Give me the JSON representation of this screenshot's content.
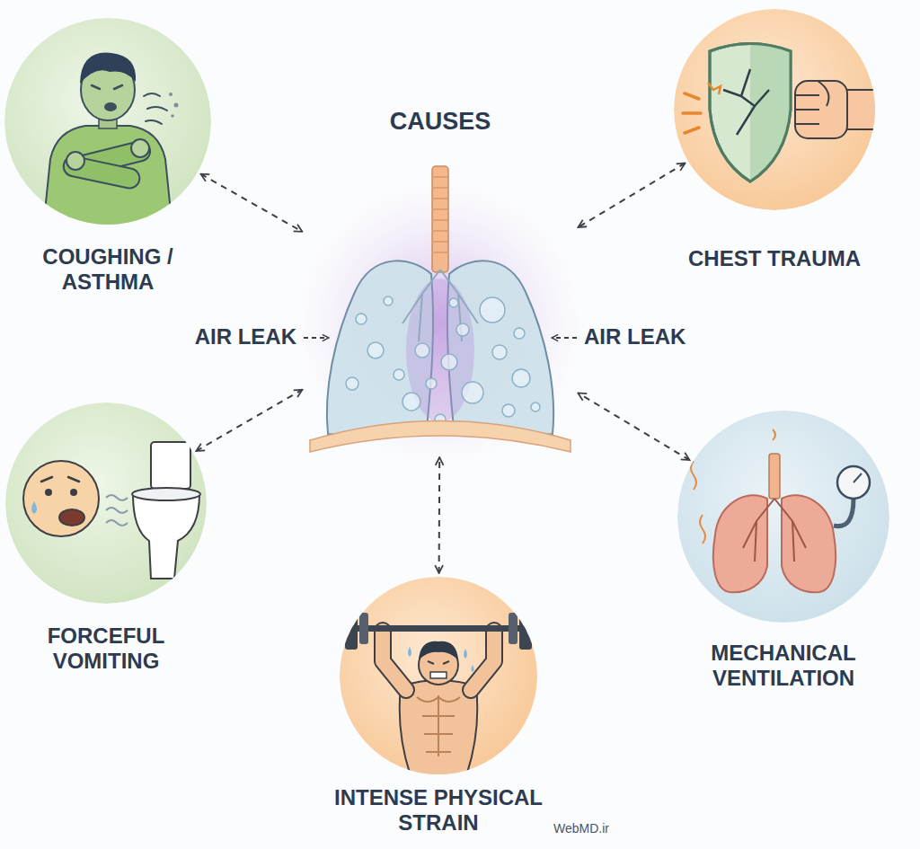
{
  "diagram": {
    "title": "CAUSES",
    "nodes": [
      {
        "text": [
          "COUGHING / ASTHMA"
        ]
      },
      {
        "text": [
          "CHEST TRAUMA"
        ]
      },
      {
        "text": [
          "AIR LEAK",
          "AIR LEAK"
        ]
      },
      {
        "text": [
          "FORCEFUL VOMITING"
        ]
      },
      {
        "text": [
          "MECHANICAL VENTILATION"
        ]
      },
      {
        "text": [
          "INTENSE PHYSICAL STRAIN"
        ]
      }
    ],
    "edges": [
      {
        "from": 0,
        "to": 2,
        "arrow": "both"
      },
      {
        "from": 1,
        "to": 2,
        "arrow": "both"
      },
      {
        "from": 3,
        "to": 2,
        "arrow": "both"
      },
      {
        "from": 4,
        "to": 2,
        "arrow": "both"
      },
      {
        "from": 5,
        "to": 2,
        "arrow": "both"
      }
    ],
    "labels": [
      "WebMD.ir"
    ]
  }
}
